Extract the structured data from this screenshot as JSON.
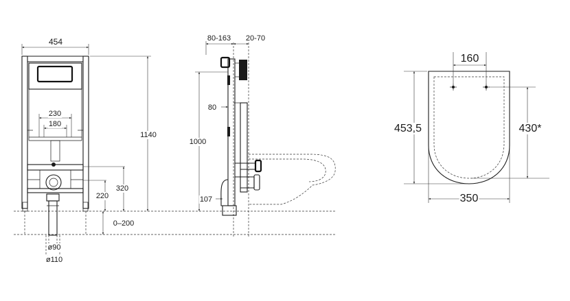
{
  "front_view": {
    "width_label": "454",
    "height_label": "1140",
    "bracket_outer_label": "230",
    "bracket_inner_label": "180",
    "drain_height_label": "220",
    "inlet_height_label": "320",
    "floor_range_label": "0–200",
    "pipe_inner_label": "ø90",
    "pipe_outer_label": "ø110"
  },
  "side_view": {
    "depth_range_label": "80-163",
    "offset_range_label": "20-70",
    "pan_fix_label": "80",
    "frame_height_label": "1000",
    "outlet_height_label": "107"
  },
  "seat_view": {
    "hole_spacing_label": "160",
    "length_label": "453,5",
    "fixing_length_label": "430*",
    "width_label": "350"
  }
}
